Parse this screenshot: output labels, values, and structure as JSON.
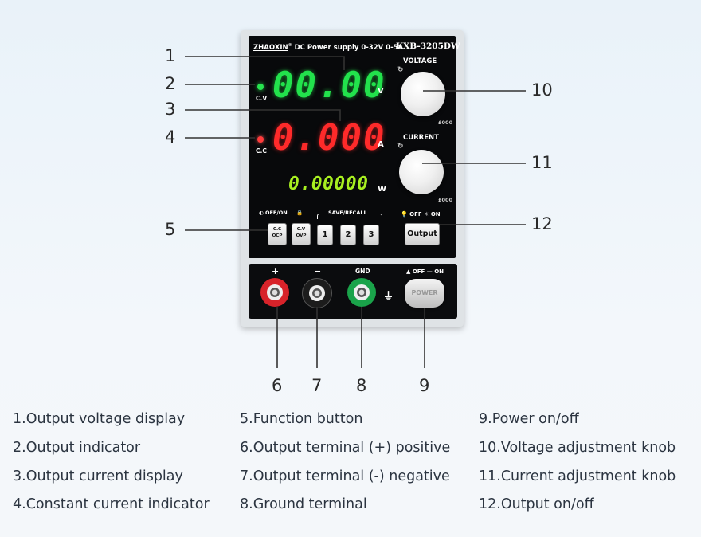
{
  "device": {
    "brand": "ZHAOXIN",
    "brand_tag": "DC Power supply 0-32V 0-5A",
    "model": "KXB-3205DW",
    "voltage_reading": "00.00",
    "voltage_unit": "V",
    "current_reading": "0.000",
    "current_unit": "A",
    "power_reading": "0.00000",
    "power_unit": "W",
    "cv_label": "C.V",
    "cc_label": "C.C",
    "voltage_knob_label": "VOLTAGE",
    "current_knob_label": "CURRENT",
    "off_on_label": "OFF/ON",
    "save_recall_label": "SAVE/RECALL",
    "func_btn1_line1": "C.C",
    "func_btn1_line2": "OCP",
    "func_btn2_line1": "C.V",
    "func_btn2_line2": "OVP",
    "mem_buttons": [
      "1",
      "2",
      "3"
    ],
    "output_switch_label": "OFF ☀ ON",
    "output_button": "Output",
    "plus_label": "+",
    "minus_label": "−",
    "gnd_label": "GND",
    "power_switch_label": "OFF — ON",
    "power_button": "POWER",
    "colors": {
      "cv_led": "#27e34f",
      "cc_led": "#ff3b3b",
      "plus_terminal": "#d8232a",
      "minus_terminal": "#1c1c1c",
      "gnd_terminal": "#1aa34a"
    }
  },
  "callouts": [
    "1",
    "2",
    "3",
    "4",
    "5",
    "6",
    "7",
    "8",
    "9",
    "10",
    "11",
    "12"
  ],
  "legend": {
    "col1": [
      "1.Output voltage display",
      "2.Output indicator",
      "3.Output current display",
      "4.Constant current indicator"
    ],
    "col2": [
      "5.Function button",
      "6.Output terminal (+) positive",
      "7.Output terminal (-) negative",
      "8.Ground terminal"
    ],
    "col3": [
      "9.Power on/off",
      "10.Voltage adjustment knob",
      "11.Current adjustment knob",
      "12.Output on/off"
    ]
  }
}
